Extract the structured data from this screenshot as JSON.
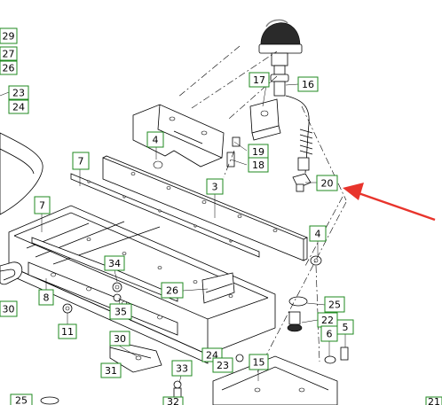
{
  "diagram": {
    "callouts": [
      {
        "id": "29",
        "text": "29"
      },
      {
        "id": "27",
        "text": "27"
      },
      {
        "id": "26a",
        "text": "26"
      },
      {
        "id": "23a",
        "text": "23"
      },
      {
        "id": "24a",
        "text": "24"
      },
      {
        "id": "17",
        "text": "17"
      },
      {
        "id": "16",
        "text": "16"
      },
      {
        "id": "4a",
        "text": "4"
      },
      {
        "id": "19",
        "text": "19"
      },
      {
        "id": "18",
        "text": "18"
      },
      {
        "id": "7a",
        "text": "7"
      },
      {
        "id": "20",
        "text": "20"
      },
      {
        "id": "3",
        "text": "3"
      },
      {
        "id": "7b",
        "text": "7"
      },
      {
        "id": "4b",
        "text": "4"
      },
      {
        "id": "34",
        "text": "34"
      },
      {
        "id": "26b",
        "text": "26"
      },
      {
        "id": "25a",
        "text": "25"
      },
      {
        "id": "8",
        "text": "8"
      },
      {
        "id": "30a",
        "text": "30"
      },
      {
        "id": "35",
        "text": "35"
      },
      {
        "id": "22",
        "text": "22"
      },
      {
        "id": "5",
        "text": "5"
      },
      {
        "id": "11",
        "text": "11"
      },
      {
        "id": "30b",
        "text": "30"
      },
      {
        "id": "6",
        "text": "6"
      },
      {
        "id": "24b",
        "text": "24"
      },
      {
        "id": "23b",
        "text": "23"
      },
      {
        "id": "15",
        "text": "15"
      },
      {
        "id": "31",
        "text": "31"
      },
      {
        "id": "33",
        "text": "33"
      },
      {
        "id": "25b",
        "text": "25"
      },
      {
        "id": "32",
        "text": "32"
      },
      {
        "id": "21",
        "text": "21"
      }
    ],
    "colors": {
      "callout_border": "#1f8a1f",
      "arrow": "#e8342c",
      "ink": "#000000"
    }
  }
}
